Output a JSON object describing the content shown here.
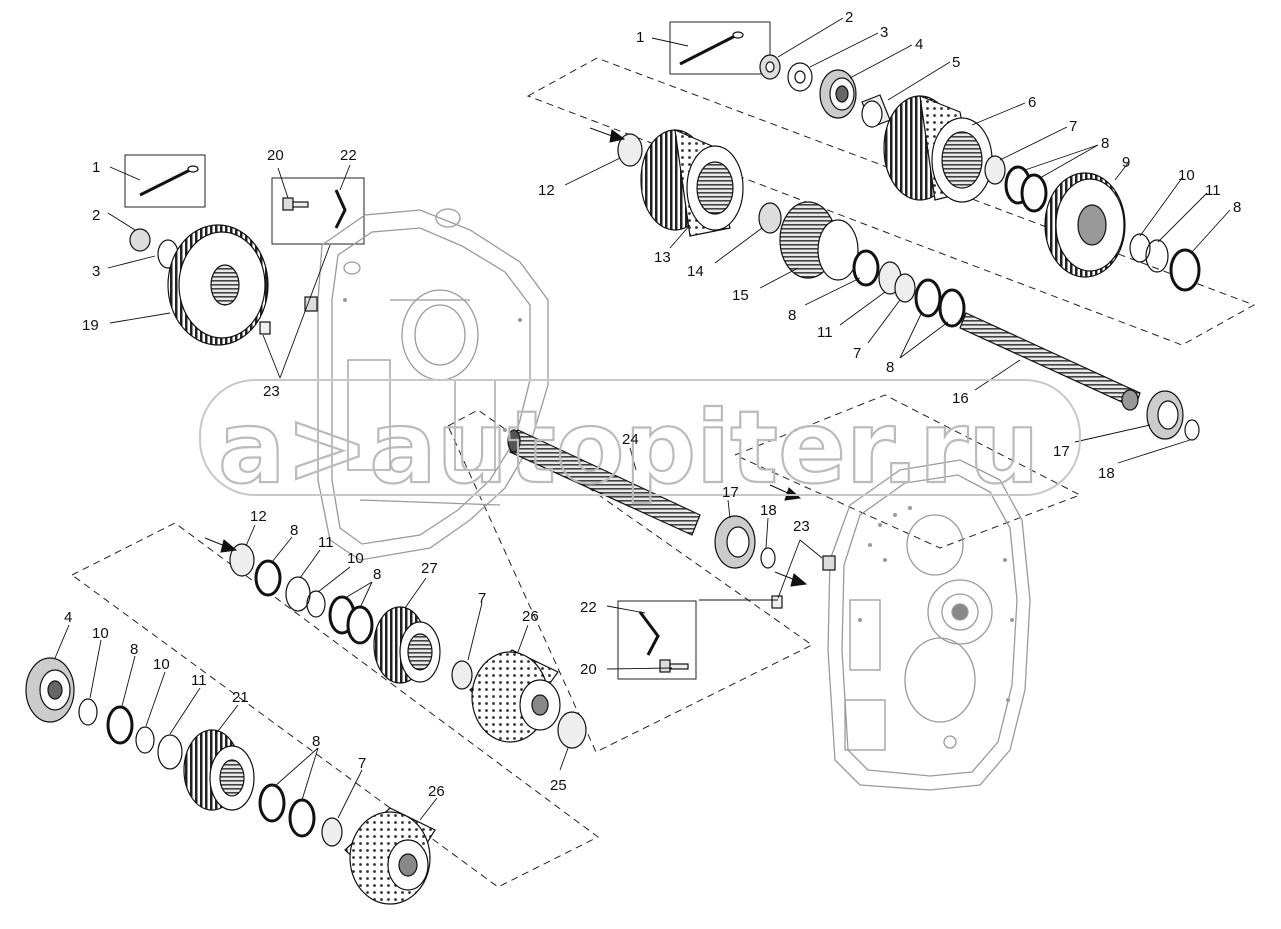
{
  "watermark": "a>autopiter.ru",
  "callouts": [
    {
      "id": "c1",
      "text": "1"
    },
    {
      "id": "c2",
      "text": "2"
    },
    {
      "id": "c3",
      "text": "3"
    },
    {
      "id": "c4",
      "text": "4"
    },
    {
      "id": "c5",
      "text": "5"
    },
    {
      "id": "c6",
      "text": "6"
    },
    {
      "id": "c7",
      "text": "7"
    },
    {
      "id": "c8",
      "text": "8"
    },
    {
      "id": "c9",
      "text": "9"
    },
    {
      "id": "c10",
      "text": "10"
    },
    {
      "id": "c11",
      "text": "11"
    },
    {
      "id": "c12",
      "text": "8"
    },
    {
      "id": "c13",
      "text": "12"
    },
    {
      "id": "c14",
      "text": "13"
    },
    {
      "id": "c15",
      "text": "14"
    },
    {
      "id": "c16",
      "text": "15"
    },
    {
      "id": "c17",
      "text": "8"
    },
    {
      "id": "c18",
      "text": "11"
    },
    {
      "id": "c19",
      "text": "7"
    },
    {
      "id": "c20",
      "text": "8"
    },
    {
      "id": "c21",
      "text": "16"
    },
    {
      "id": "c22",
      "text": "17"
    },
    {
      "id": "c23",
      "text": "18"
    },
    {
      "id": "c24",
      "text": "1"
    },
    {
      "id": "c25",
      "text": "2"
    },
    {
      "id": "c26",
      "text": "3"
    },
    {
      "id": "c27",
      "text": "19"
    },
    {
      "id": "c28",
      "text": "20"
    },
    {
      "id": "c29",
      "text": "22"
    },
    {
      "id": "c30",
      "text": "23"
    },
    {
      "id": "c31",
      "text": "24"
    },
    {
      "id": "c32",
      "text": "17"
    },
    {
      "id": "c33",
      "text": "18"
    },
    {
      "id": "c34",
      "text": "23"
    },
    {
      "id": "c35",
      "text": "12"
    },
    {
      "id": "c36",
      "text": "8"
    },
    {
      "id": "c37",
      "text": "11"
    },
    {
      "id": "c38",
      "text": "10"
    },
    {
      "id": "c39",
      "text": "8"
    },
    {
      "id": "c40",
      "text": "27"
    },
    {
      "id": "c41",
      "text": "7"
    },
    {
      "id": "c42",
      "text": "26"
    },
    {
      "id": "c43",
      "text": "22"
    },
    {
      "id": "c44",
      "text": "20"
    },
    {
      "id": "c45",
      "text": "25"
    },
    {
      "id": "c46",
      "text": "4"
    },
    {
      "id": "c47",
      "text": "10"
    },
    {
      "id": "c48",
      "text": "8"
    },
    {
      "id": "c49",
      "text": "10"
    },
    {
      "id": "c50",
      "text": "11"
    },
    {
      "id": "c51",
      "text": "21"
    },
    {
      "id": "c52",
      "text": "8"
    },
    {
      "id": "c53",
      "text": "7"
    },
    {
      "id": "c54",
      "text": "26"
    }
  ]
}
